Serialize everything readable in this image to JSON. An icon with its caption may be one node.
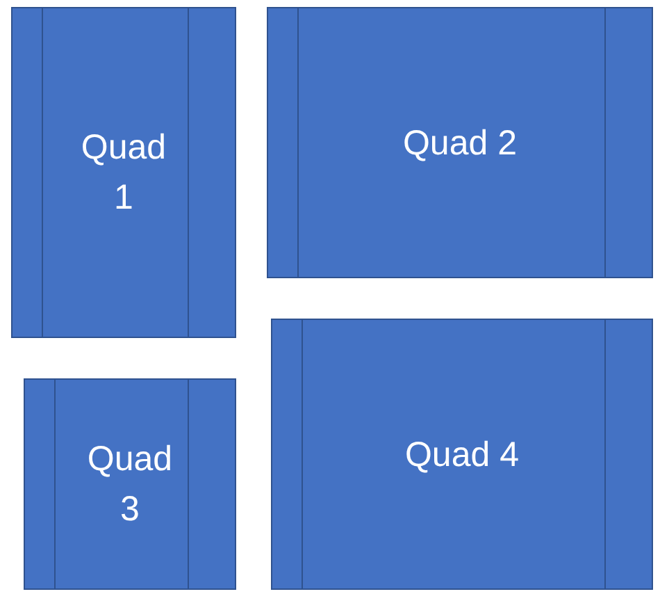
{
  "diagram": {
    "nodes": [
      {
        "text": [
          "Quad 1"
        ]
      },
      {
        "text": [
          "Quad 2"
        ]
      },
      {
        "text": [
          "Quad 3"
        ]
      },
      {
        "text": [
          "Quad 4"
        ]
      }
    ]
  }
}
